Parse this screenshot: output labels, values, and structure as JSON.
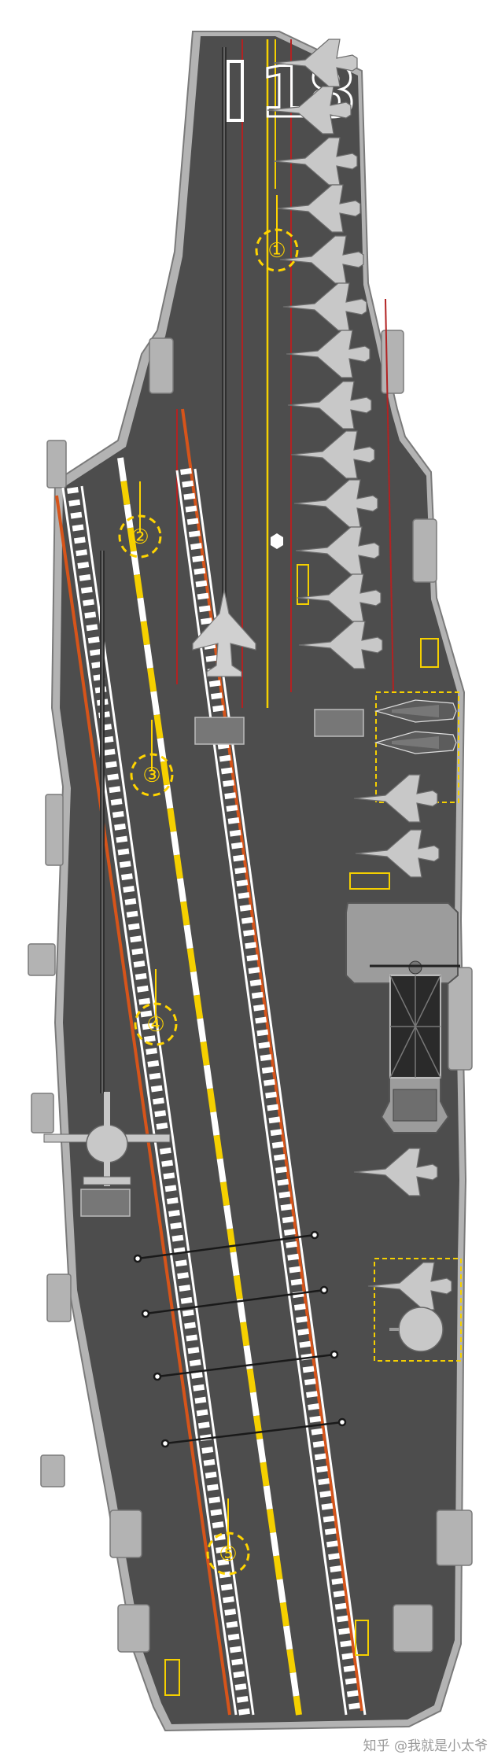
{
  "deck": {
    "hull_number": "18",
    "spot_markers": [
      "①",
      "②",
      "③",
      "④",
      "⑤"
    ]
  },
  "watermark": {
    "text": "知乎 @我就是小太爷"
  },
  "colors": {
    "deck": "#4d4d4d",
    "edge": "#b3b3b3",
    "edge_dark": "#8a8a8a",
    "white_line": "#ffffff",
    "yellow": "#f5d000",
    "orange": "#d6541a",
    "red_line": "#b22222",
    "aircraft": "#c8c8c8",
    "aircraft_dark": "#8f8f8f",
    "stealth": "#5c5c5c",
    "marker": "#ffd400",
    "island": "#9c9c9c"
  }
}
